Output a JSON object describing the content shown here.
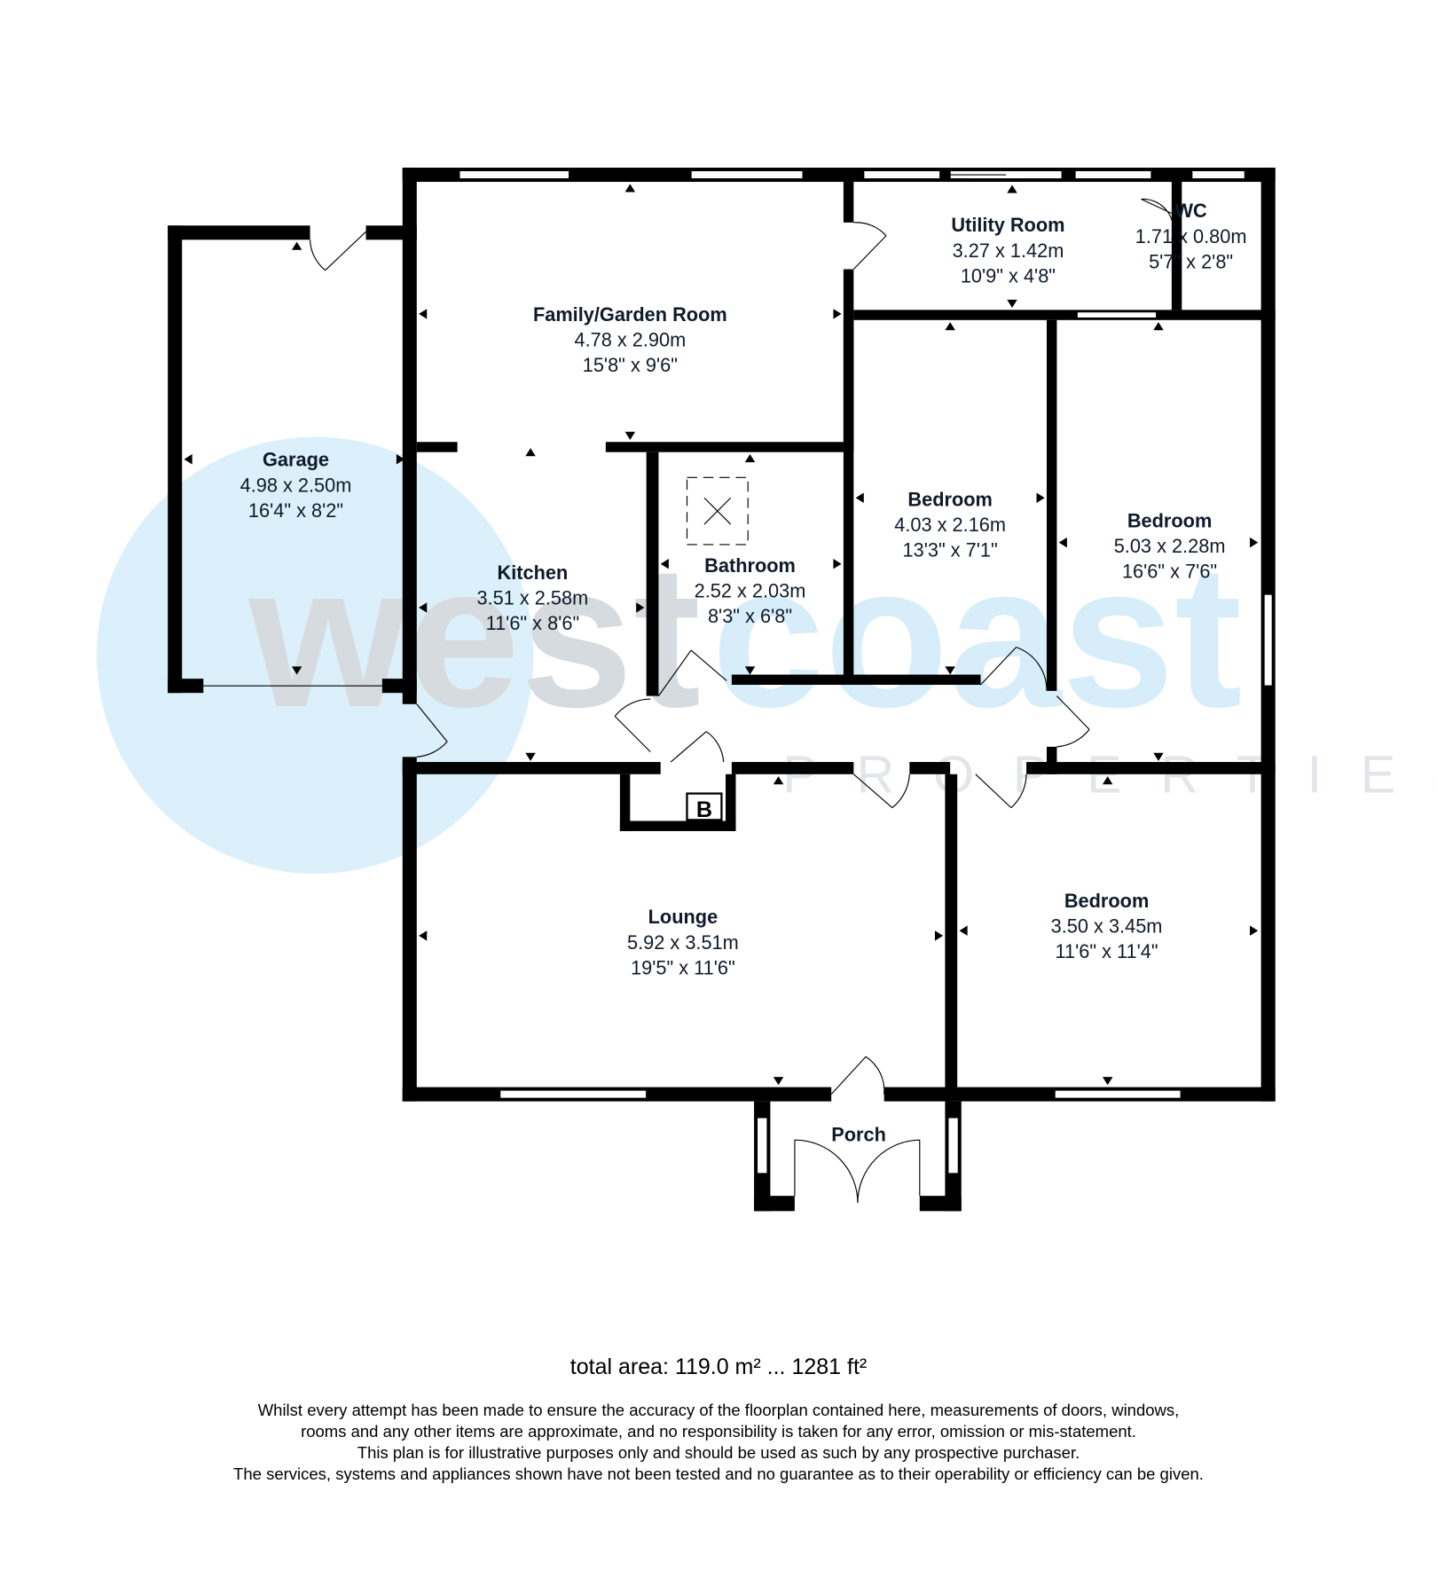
{
  "watermark": {
    "brand_part1": "west",
    "brand_part2": "coast",
    "tagline": "PROPERTIES",
    "circle_color": "#dcf0fb",
    "text_gray": "#d6dbe0",
    "text_blue": "#d7edf9"
  },
  "rooms": [
    {
      "name": "Family/Garden Room",
      "metric": "4.78 x 2.90m",
      "imperial": "15'8\" x 9'6\""
    },
    {
      "name": "Utility Room",
      "metric": "3.27 x 1.42m",
      "imperial": "10'9\" x 4'8\""
    },
    {
      "name": "WC",
      "metric": "1.71 x 0.80m",
      "imperial": "5'7\" x 2'8\""
    },
    {
      "name": "Garage",
      "metric": "4.98 x 2.50m",
      "imperial": "16'4\" x 8'2\""
    },
    {
      "name": "Kitchen",
      "metric": "3.51 x 2.58m",
      "imperial": "11'6\" x 8'6\""
    },
    {
      "name": "Bathroom",
      "metric": "2.52 x 2.03m",
      "imperial": "8'3\" x 6'8\""
    },
    {
      "name": "Bedroom",
      "metric": "4.03 x 2.16m",
      "imperial": "13'3\" x 7'1\""
    },
    {
      "name": "Bedroom",
      "metric": "5.03 x 2.28m",
      "imperial": "16'6\" x 7'6\""
    },
    {
      "name": "Lounge",
      "metric": "5.92 x 3.51m",
      "imperial": "19'5\" x 11'6\""
    },
    {
      "name": "Bedroom",
      "metric": "3.50 x 3.45m",
      "imperial": "11'6\" x 11'4\""
    },
    {
      "name": "Porch",
      "metric": "",
      "imperial": ""
    }
  ],
  "boiler_label": "B",
  "total_area": "total area: 119.0 m² ... 1281 ft²",
  "disclaimer": [
    "Whilst every attempt has been made to ensure the accuracy of the floorplan contained here, measurements of doors, windows,",
    "rooms and any other items are approximate, and no responsibility is taken for any error, omission or mis-statement.",
    "This plan is for illustrative purposes only and should be used as such by any prospective purchaser.",
    "The services, systems and appliances shown have not been tested and no guarantee as to their operability or efficiency can be given."
  ]
}
